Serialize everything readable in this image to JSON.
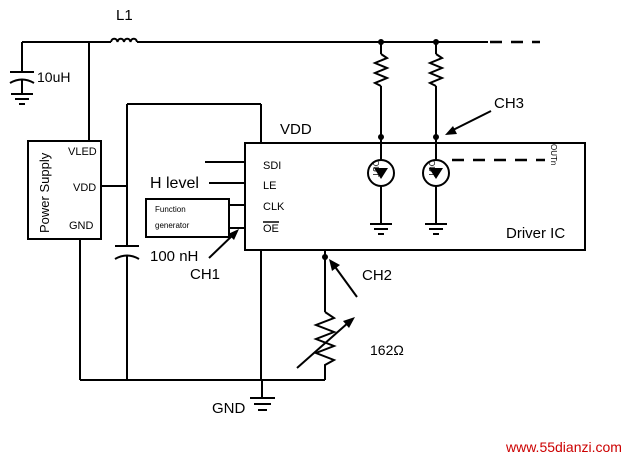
{
  "labels": {
    "inductor": "L1",
    "cap_top": "10uH",
    "vdd": "VDD",
    "ch3": "CH3",
    "power_supply": "Power Supply",
    "vled": "VLED",
    "vdd_pin": "VDD",
    "gnd_pin": "GND",
    "sdi": "SDI",
    "le": "LE",
    "clk": "CLK",
    "oe": "OE",
    "h_level": "H level",
    "fg_line1": "Function",
    "fg_line2": "generator",
    "cap_100nh": "100 nH",
    "ch1": "CH1",
    "ch2": "CH2",
    "resistor": "162Ω",
    "gnd_bottom": "GND",
    "driver_ic": "Driver IC",
    "out_a": "OUT",
    "out_b": "OUT",
    "out_c": "OUTn",
    "watermark": "www.55dianzi.com"
  },
  "colors": {
    "wire": "#000000",
    "watermark": "#cc0000",
    "background": "#ffffff"
  }
}
